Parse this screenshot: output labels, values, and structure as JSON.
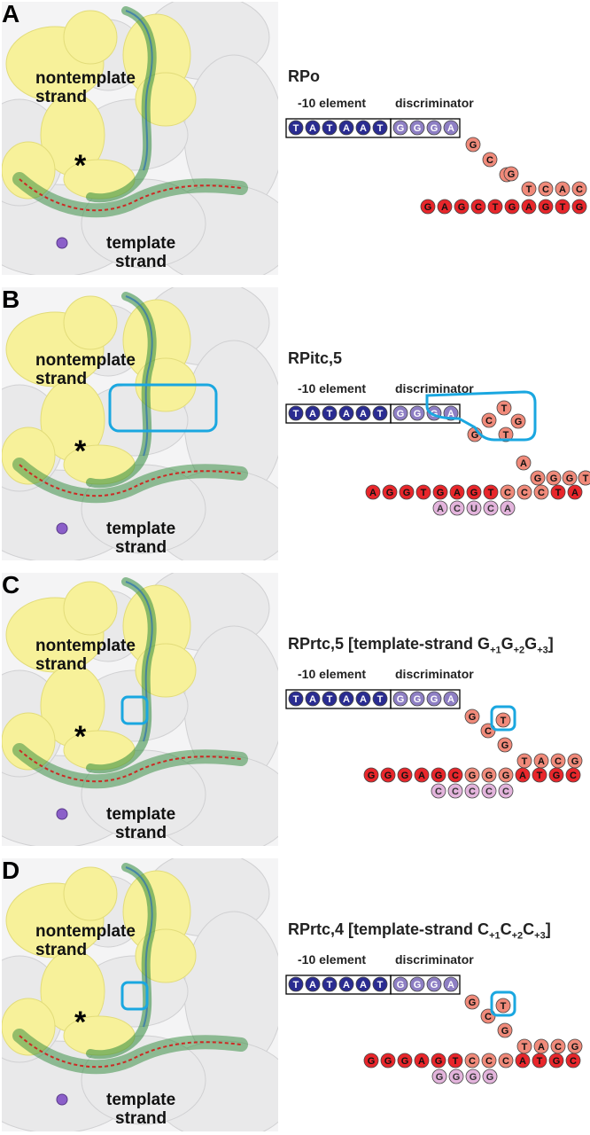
{
  "labels": {
    "nontemplate": [
      "nontemplate",
      "strand"
    ],
    "template": [
      "template",
      "strand"
    ],
    "star": "*",
    "minus10": "-10 element",
    "discriminator": "discriminator"
  },
  "colors": {
    "minus10_fill": "#2a2c91",
    "discriminator_fill": "#8e7fc4",
    "downstream_fill": "#f08a7a",
    "template_fill": "#e8262b",
    "rna_fill": "#e3b4dc",
    "highlight": "#1aa7e0",
    "protein_yellow": "#f7f19a",
    "protein_grey": "#e9e9ea",
    "density_green": "#2f8a3a"
  },
  "panels": [
    {
      "letter": "A",
      "title": "RPo",
      "sub": [],
      "minus10": [
        "T",
        "A",
        "T",
        "A",
        "A",
        "T"
      ],
      "discriminator": [
        "G",
        "G",
        "G",
        "A"
      ],
      "nontemplate_downstream": [
        "G",
        "C",
        "T",
        "G",
        "T",
        "C",
        "A",
        "C"
      ],
      "template": [
        "G",
        "A",
        "G",
        "C",
        "T",
        "G",
        "A",
        "G",
        "T",
        "G"
      ],
      "rna": []
    },
    {
      "letter": "B",
      "title": "RPitc,5",
      "sub": [],
      "minus10": [
        "T",
        "A",
        "T",
        "A",
        "A",
        "T"
      ],
      "discriminator": [
        "G",
        "G",
        "G",
        "A"
      ],
      "nontemplate_downstream": [
        "G",
        "C",
        "T",
        "G",
        "T",
        "C",
        "A",
        "G",
        "G",
        "G",
        "A",
        "T"
      ],
      "template": [
        "A",
        "G",
        "G",
        "T",
        "G",
        "A",
        "G",
        "T",
        "C",
        "C",
        "C",
        "T",
        "A"
      ],
      "rna": [
        "A",
        "C",
        "U",
        "C",
        "A"
      ]
    },
    {
      "letter": "C",
      "title": "RPrtc,5 [template-strand G",
      "sub": [
        [
          "+1",
          "G"
        ],
        [
          "+2",
          "G"
        ],
        [
          "+3",
          "]"
        ]
      ],
      "minus10": [
        "T",
        "A",
        "T",
        "A",
        "A",
        "T"
      ],
      "discriminator": [
        "G",
        "G",
        "G",
        "A"
      ],
      "nontemplate_downstream": [
        "G",
        "C",
        "T",
        "G",
        "C",
        "T",
        "A",
        "C",
        "G"
      ],
      "template": [
        "G",
        "G",
        "G",
        "A",
        "G",
        "C",
        "G",
        "G",
        "G",
        "A",
        "T",
        "G",
        "C"
      ],
      "rna": [
        "C",
        "C",
        "C",
        "C",
        "C"
      ]
    },
    {
      "letter": "D",
      "title": "RPrtc,4 [template-strand C",
      "sub": [
        [
          "+1",
          "C"
        ],
        [
          "+2",
          "C"
        ],
        [
          "+3",
          "]"
        ]
      ],
      "minus10": [
        "T",
        "A",
        "T",
        "A",
        "A",
        "T"
      ],
      "discriminator": [
        "G",
        "G",
        "G",
        "A"
      ],
      "nontemplate_downstream": [
        "G",
        "C",
        "T",
        "G",
        "G",
        "T",
        "A",
        "C",
        "G"
      ],
      "template": [
        "G",
        "G",
        "G",
        "A",
        "G",
        "T",
        "C",
        "C",
        "C",
        "A",
        "T",
        "G",
        "C"
      ],
      "rna": [
        "G",
        "G",
        "G",
        "G"
      ]
    }
  ]
}
